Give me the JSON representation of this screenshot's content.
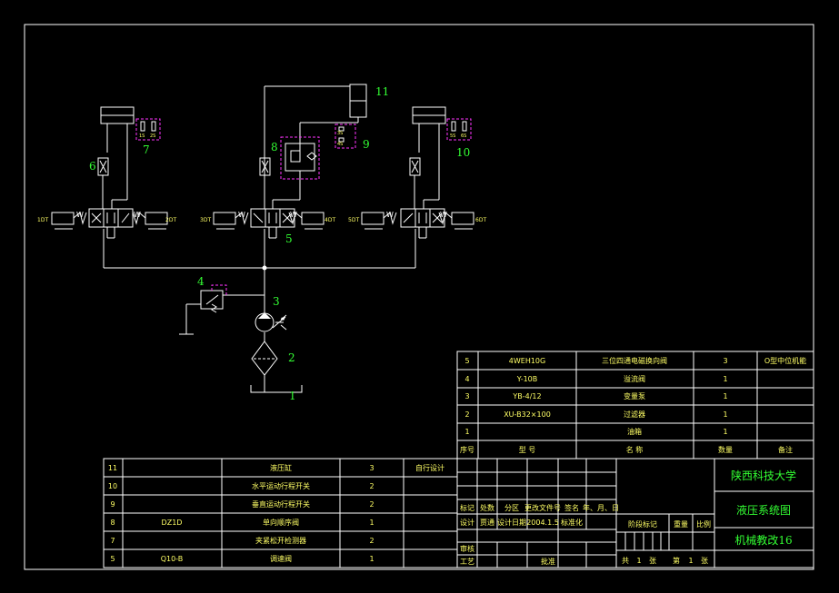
{
  "diagram": {
    "callouts": [
      "1",
      "2",
      "3",
      "4",
      "5",
      "6",
      "7",
      "8",
      "9",
      "10",
      "11"
    ],
    "solenoids": {
      "left_valve": [
        "1DT",
        "2DT"
      ],
      "mid_valve": [
        "3DT",
        "4DT"
      ],
      "right_valve": [
        "5DT",
        "6DT"
      ]
    },
    "switch_marks": {
      "left": [
        "1S",
        "2S"
      ],
      "mid": [
        "3S",
        "4S"
      ],
      "right": [
        "5S",
        "6S"
      ]
    }
  },
  "bom_upper": {
    "rows": [
      {
        "no": "5",
        "code": "4WEH10G",
        "name": "三位四通电磁换向阀",
        "qty": "3",
        "note": "O型中位机能"
      },
      {
        "no": "4",
        "code": "Y-10B",
        "name": "溢流阀",
        "qty": "1",
        "note": ""
      },
      {
        "no": "3",
        "code": "YB-4/12",
        "name": "变量泵",
        "qty": "1",
        "note": ""
      },
      {
        "no": "2",
        "code": "XU-B32×100",
        "name": "过滤器",
        "qty": "1",
        "note": ""
      },
      {
        "no": "1",
        "code": "",
        "name": "油箱",
        "qty": "1",
        "note": ""
      }
    ],
    "header": {
      "no": "序号",
      "code": "型 号",
      "name": "名 称",
      "qty": "数量",
      "note": "备注"
    }
  },
  "bom_lower": {
    "rows": [
      {
        "no": "11",
        "code": "",
        "name": "液压缸",
        "qty": "3",
        "note": "自行设计"
      },
      {
        "no": "10",
        "code": "",
        "name": "水平运动行程开关",
        "qty": "2",
        "note": ""
      },
      {
        "no": "9",
        "code": "",
        "name": "垂直运动行程开关",
        "qty": "2",
        "note": ""
      },
      {
        "no": "8",
        "code": "DZ1D",
        "name": "单向顺序阀",
        "qty": "1",
        "note": ""
      },
      {
        "no": "7",
        "code": "",
        "name": "夹紧松开检测器",
        "qty": "2",
        "note": ""
      },
      {
        "no": "5",
        "code": "Q10-B",
        "name": "调速阀",
        "qty": "1",
        "note": ""
      }
    ]
  },
  "title_block": {
    "school": "陕西科技大学",
    "drawing_title": "液压系统图",
    "drawing_no": "机械教改16",
    "labels": {
      "mark": "标记",
      "count": "处数",
      "zone": "分区",
      "change_doc": "更改文件号",
      "sign": "签名",
      "date_ymd": "年、月、日",
      "design": "设计",
      "check_author": "贾通",
      "std": "设计日期",
      "std_date": "2004.1.5",
      "standardize": "标准化",
      "stage": "阶段标记",
      "weight": "重量",
      "scale": "比例",
      "review": "审核",
      "process": "工艺",
      "approve": "批准",
      "total_prefix": "共",
      "total_num": "1",
      "total_suffix": "张",
      "sheet_prefix": "第",
      "sheet_num": "1",
      "sheet_suffix": "张"
    }
  }
}
